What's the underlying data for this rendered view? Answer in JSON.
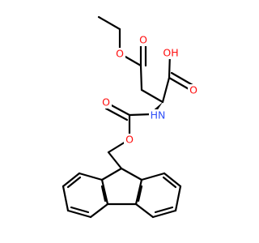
{
  "molecule": {
    "atom_labels": {
      "ester_oxygen": "O",
      "ester_carbonyl_oxygen": "O",
      "acid_hydroxyl": "OH",
      "acid_carbonyl_oxygen": "O",
      "amide_nitrogen": "HN",
      "carbamate_carbonyl_oxygen": "O",
      "carbamate_ester_oxygen": "O"
    },
    "colors": {
      "bond": "#000000",
      "oxygen": "#ff0d0d",
      "nitrogen": "#3050f8",
      "background": "#ffffff"
    }
  }
}
